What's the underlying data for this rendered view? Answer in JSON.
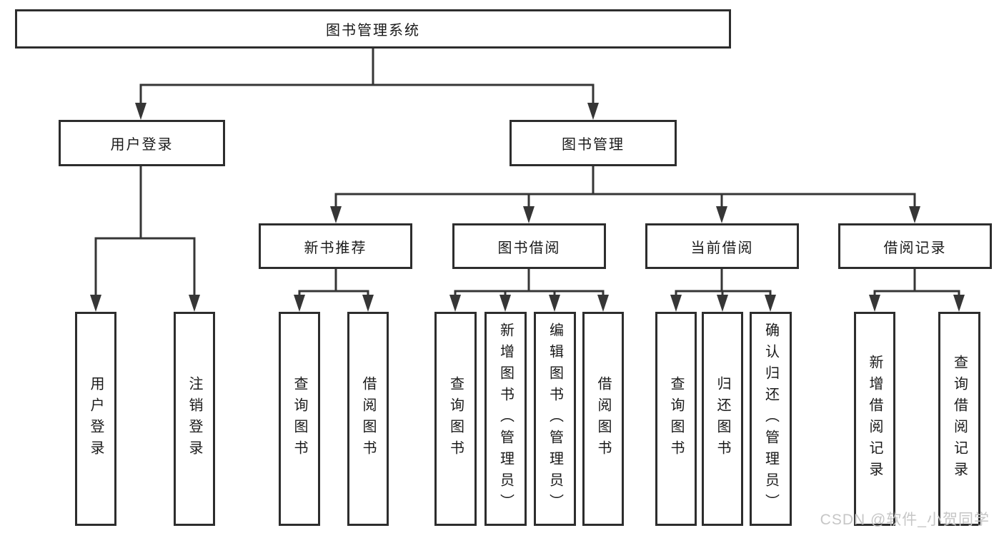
{
  "diagram": {
    "root": {
      "label": "图书管理系统"
    },
    "branches": [
      {
        "label": "用户登录",
        "children": [
          {
            "label": "用户登录"
          },
          {
            "label": "注销登录"
          }
        ]
      },
      {
        "label": "图书管理",
        "children": [
          {
            "label": "新书推荐",
            "children": [
              {
                "label": "查询图书"
              },
              {
                "label": "借阅图书"
              }
            ]
          },
          {
            "label": "图书借阅",
            "children": [
              {
                "label": "查询图书"
              },
              {
                "label": "新增图书（管理员）"
              },
              {
                "label": "编辑图书（管理员）"
              },
              {
                "label": "借阅图书"
              }
            ]
          },
          {
            "label": "当前借阅",
            "children": [
              {
                "label": "查询图书"
              },
              {
                "label": "归还图书"
              },
              {
                "label": "确认归还（管理员）"
              }
            ]
          },
          {
            "label": "借阅记录",
            "children": [
              {
                "label": "新增借阅记录"
              },
              {
                "label": "查询借阅记录"
              }
            ]
          }
        ]
      }
    ]
  },
  "watermark": {
    "text": "CSDN @软件_小贺同学"
  },
  "colors": {
    "line": "#363636",
    "box_border": "#2d2d2d",
    "text": "#1a1a1a",
    "background": "#ffffff",
    "watermark_text": "#c6c6c6"
  }
}
